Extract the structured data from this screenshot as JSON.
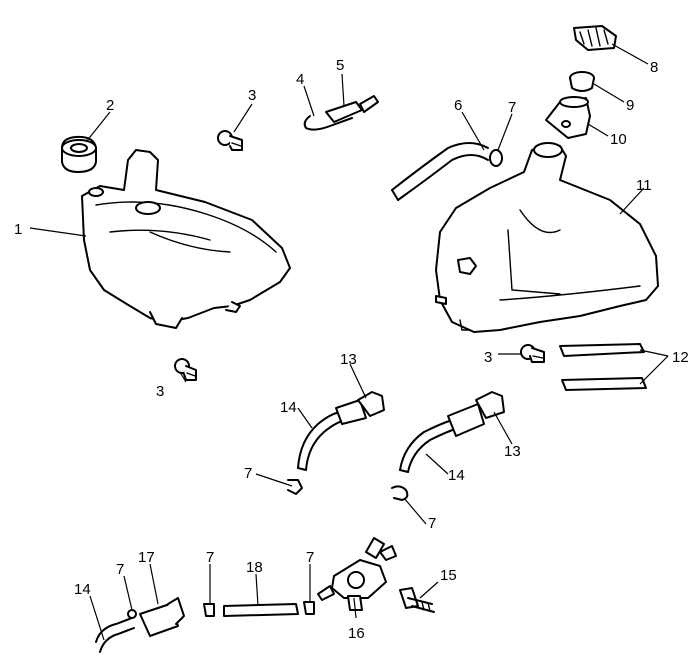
{
  "diagram": {
    "callouts": [
      {
        "id": "c1",
        "label": "1"
      },
      {
        "id": "c2",
        "label": "2"
      },
      {
        "id": "c3a",
        "label": "3"
      },
      {
        "id": "c3b",
        "label": "3"
      },
      {
        "id": "c3c",
        "label": "3"
      },
      {
        "id": "c4",
        "label": "4"
      },
      {
        "id": "c5",
        "label": "5"
      },
      {
        "id": "c6",
        "label": "6"
      },
      {
        "id": "c7a",
        "label": "7"
      },
      {
        "id": "c7b",
        "label": "7"
      },
      {
        "id": "c7c",
        "label": "7"
      },
      {
        "id": "c7d",
        "label": "7"
      },
      {
        "id": "c7e",
        "label": "7"
      },
      {
        "id": "c7f",
        "label": "7"
      },
      {
        "id": "c8",
        "label": "8"
      },
      {
        "id": "c9",
        "label": "9"
      },
      {
        "id": "c10",
        "label": "10"
      },
      {
        "id": "c11",
        "label": "11"
      },
      {
        "id": "c12",
        "label": "12"
      },
      {
        "id": "c13a",
        "label": "13"
      },
      {
        "id": "c13b",
        "label": "13"
      },
      {
        "id": "c14a",
        "label": "14"
      },
      {
        "id": "c14b",
        "label": "14"
      },
      {
        "id": "c14c",
        "label": "14"
      },
      {
        "id": "c15",
        "label": "15"
      },
      {
        "id": "c16",
        "label": "16"
      },
      {
        "id": "c17",
        "label": "17"
      },
      {
        "id": "c18",
        "label": "18"
      }
    ]
  }
}
